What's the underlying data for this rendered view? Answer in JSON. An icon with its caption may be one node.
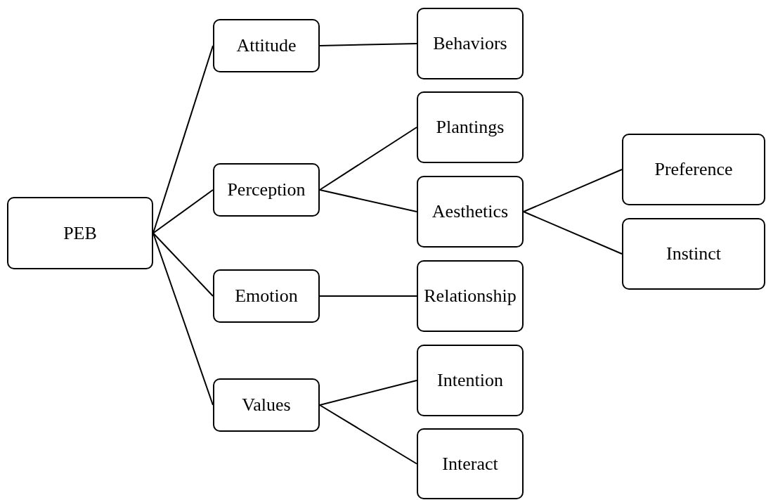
{
  "diagram": {
    "nodes": [
      {
        "text": [
          "PEB"
        ]
      },
      {
        "text": [
          "Attitude"
        ]
      },
      {
        "text": [
          "Behaviors"
        ]
      },
      {
        "text": [
          "Perception"
        ]
      },
      {
        "text": [
          "Plantings"
        ]
      },
      {
        "text": [
          "Aesthetics"
        ]
      },
      {
        "text": [
          "Preference"
        ]
      },
      {
        "text": [
          "Instinct"
        ]
      },
      {
        "text": [
          "Emotion"
        ]
      },
      {
        "text": [
          "Relationship"
        ]
      },
      {
        "text": [
          "Values"
        ]
      },
      {
        "text": [
          "Intention"
        ]
      },
      {
        "text": [
          "Interact"
        ]
      }
    ],
    "edges": [
      {
        "from": 0,
        "to": 1,
        "arrow": "none"
      },
      {
        "from": 0,
        "to": 3,
        "arrow": "none"
      },
      {
        "from": 0,
        "to": 8,
        "arrow": "none"
      },
      {
        "from": 0,
        "to": 10,
        "arrow": "none"
      },
      {
        "from": 1,
        "to": 2,
        "arrow": "none"
      },
      {
        "from": 3,
        "to": 4,
        "arrow": "none"
      },
      {
        "from": 3,
        "to": 5,
        "arrow": "none"
      },
      {
        "from": 5,
        "to": 6,
        "arrow": "none"
      },
      {
        "from": 5,
        "to": 7,
        "arrow": "none"
      },
      {
        "from": 8,
        "to": 9,
        "arrow": "none"
      },
      {
        "from": 10,
        "to": 11,
        "arrow": "none"
      },
      {
        "from": 10,
        "to": 12,
        "arrow": "none"
      }
    ]
  }
}
